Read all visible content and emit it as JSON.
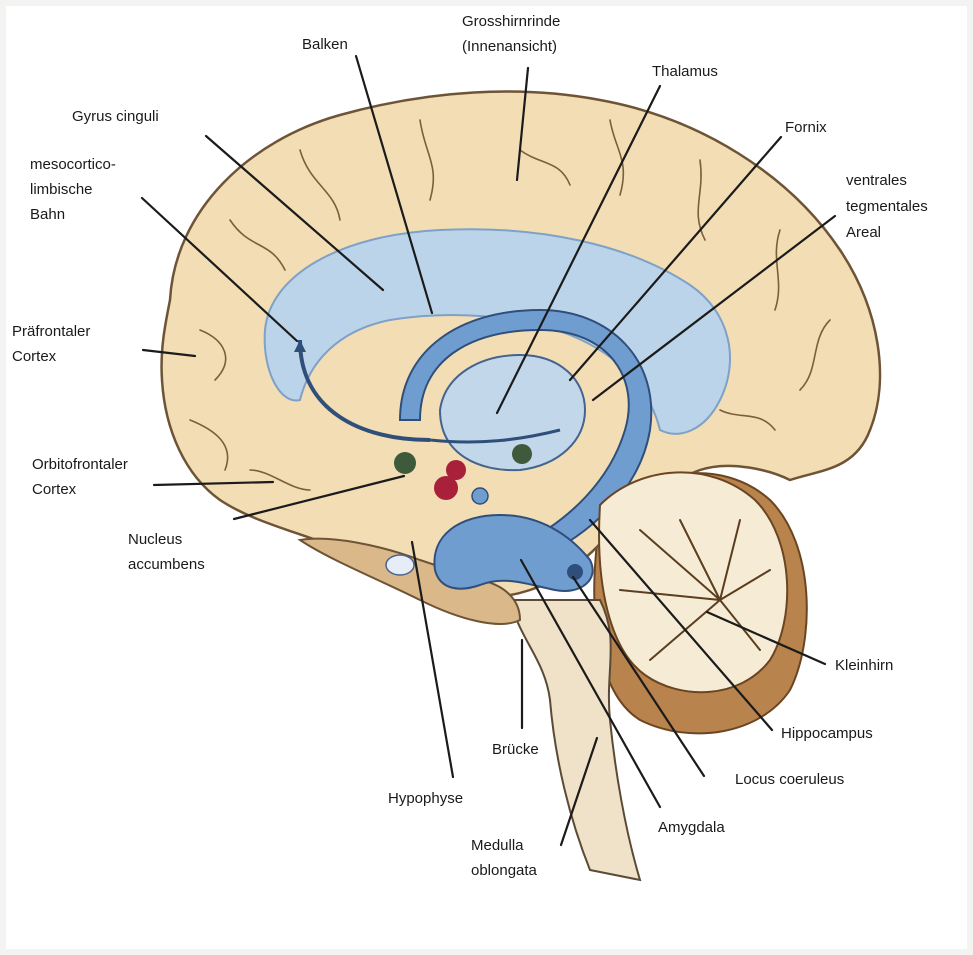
{
  "labels": {
    "grosshirnrinde_1": "Grosshirnrinde",
    "grosshirnrinde_2": "(Innenansicht)",
    "balken": "Balken",
    "thalamus": "Thalamus",
    "gyrus_cinguli": "Gyrus cinguli",
    "fornix": "Fornix",
    "mesocortico_1": "mesocortico-",
    "mesocortico_2": "limbische",
    "mesocortico_3": "Bahn",
    "vta_1": "ventrales",
    "vta_2": "tegmentales",
    "vta_3": "Areal",
    "praefrontal_1": "Präfrontaler",
    "praefrontal_2": "Cortex",
    "orbitofrontal_1": "Orbitofrontaler",
    "orbitofrontal_2": "Cortex",
    "nucleus_1": "Nucleus",
    "nucleus_2": "accumbens",
    "kleinhirn": "Kleinhirn",
    "hippocampus": "Hippocampus",
    "bruecke": "Brücke",
    "locus": "Locus coeruleus",
    "hypophyse": "Hypophyse",
    "amygdala": "Amygdala",
    "medulla_1": "Medulla",
    "medulla_2": "oblongata"
  },
  "colors": {
    "background": "#f3f3f1",
    "panel": "#ffffff",
    "cortex": "#f2ddb5",
    "cortex_shadow": "#d9b88a",
    "corpus_callosum": "#bcd4ea",
    "limbic_blue": "#6f9dd0",
    "pathway": "#2f4f7a",
    "cerebellum": "#f6ecd6",
    "cerebellum_dark": "#a2703f",
    "nucleus_red": "#a8203a",
    "vta_green": "#3f5a3a",
    "label": "#1a1a1a"
  }
}
